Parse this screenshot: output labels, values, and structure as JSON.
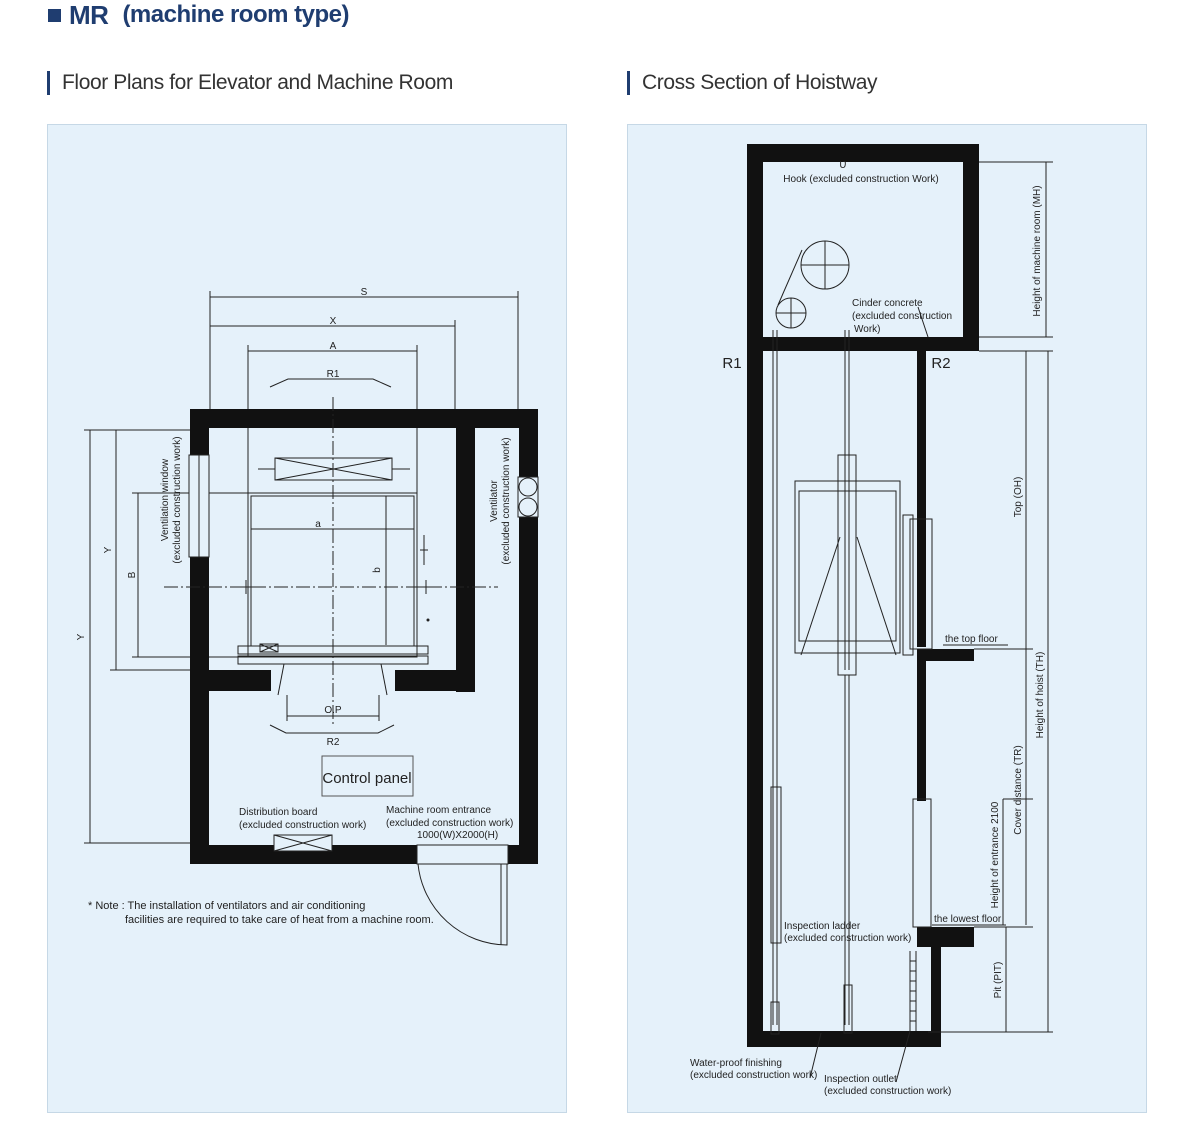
{
  "header": {
    "title": "MR",
    "subtitle": "(machine room type)"
  },
  "left_section": {
    "title": "Floor Plans for Elevator and Machine Room",
    "labels": {
      "S": "S",
      "X": "X",
      "A": "A",
      "R1": "R1",
      "a": "a",
      "b": "b",
      "B": "B",
      "Y1": "Y",
      "Y2": "Y",
      "OP": "O.P",
      "R2": "R2",
      "vent_window": "Ventilation window",
      "vent_window_note": "(excluded construction work)",
      "ventilator": "Ventilator",
      "ventilator_note": "(excluded construction work)",
      "control_panel": "Control panel",
      "dist_board": "Distribution board",
      "dist_board_note": "(excluded construction work)",
      "mr_entrance": "Machine room entrance",
      "mr_entrance_note": "(excluded construction work)",
      "mr_entrance_size": "1000(W)X2000(H)",
      "note_line1": "* Note : The installation of ventilators and air conditioning",
      "note_line2": "facilities are required to take care of heat from a machine room."
    }
  },
  "right_section": {
    "title": "Cross Section of Hoistway",
    "labels": {
      "hook": "Hook (excluded construction Work)",
      "cinder1": "Cinder concrete",
      "cinder2": "(excluded construction",
      "cinder3": "Work)",
      "R1": "R1",
      "R2": "R2",
      "mh": "Height of machine room (MH)",
      "top_oh": "Top (OH)",
      "top_floor": "the top floor",
      "th": "Height of hoist (TH)",
      "tr": "Cover distance (TR)",
      "entrance_h": "Height of entrance 2100",
      "lowest_floor": "the lowest floor",
      "ladder": "Inspection ladder",
      "ladder_note": "(excluded construction work)",
      "pit": "Pit (PIT)",
      "waterproof": "Water-proof finishing",
      "waterproof_note": "(excluded construction work)",
      "outlet": "Inspection outlet",
      "outlet_note": "(excluded construction work)"
    }
  }
}
